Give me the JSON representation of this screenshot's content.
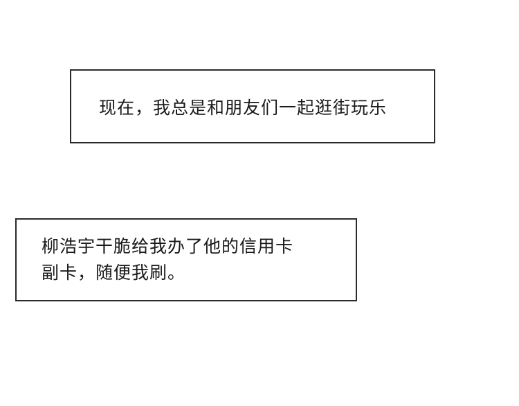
{
  "captions": [
    {
      "lines": [
        "现在，我总是和朋友们一起逛街玩乐"
      ]
    },
    {
      "lines": [
        "柳浩宇干脆给我办了他的信用卡",
        "副卡，随便我刷。"
      ]
    }
  ],
  "colors": {
    "background": "#ffffff",
    "border": "#2a2a2a",
    "text": "#1a1a1a"
  }
}
